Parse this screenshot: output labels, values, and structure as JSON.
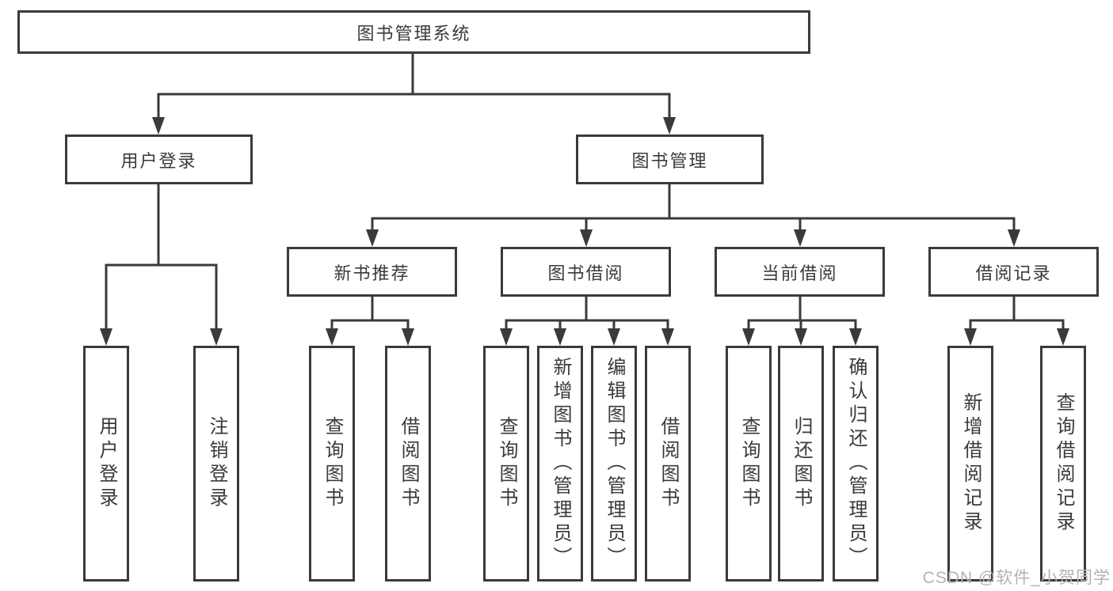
{
  "diagram": {
    "type": "hierarchy-chart",
    "root": {
      "label": "图书管理系统"
    },
    "branches": [
      {
        "label": "用户登录",
        "children": [
          {
            "label": "用户登录"
          },
          {
            "label": "注销登录"
          }
        ]
      },
      {
        "label": "图书管理",
        "children": [
          {
            "label": "新书推荐",
            "children": [
              {
                "label": "查询图书"
              },
              {
                "label": "借阅图书"
              }
            ]
          },
          {
            "label": "图书借阅",
            "children": [
              {
                "label": "查询图书"
              },
              {
                "label": "新增图书（管理员）"
              },
              {
                "label": "编辑图书（管理员）"
              },
              {
                "label": "借阅图书"
              }
            ]
          },
          {
            "label": "当前借阅",
            "children": [
              {
                "label": "查询图书"
              },
              {
                "label": "归还图书"
              },
              {
                "label": "确认归还（管理员）"
              }
            ]
          },
          {
            "label": "借阅记录",
            "children": [
              {
                "label": "新增借阅记录"
              },
              {
                "label": "查询借阅记录"
              }
            ]
          }
        ]
      }
    ]
  },
  "watermark": "CSDN @软件_小贺同学",
  "colors": {
    "line": "#3a3a3a",
    "text": "#3a3a3a",
    "background": "#ffffff",
    "watermark": "#b3b3b3"
  }
}
